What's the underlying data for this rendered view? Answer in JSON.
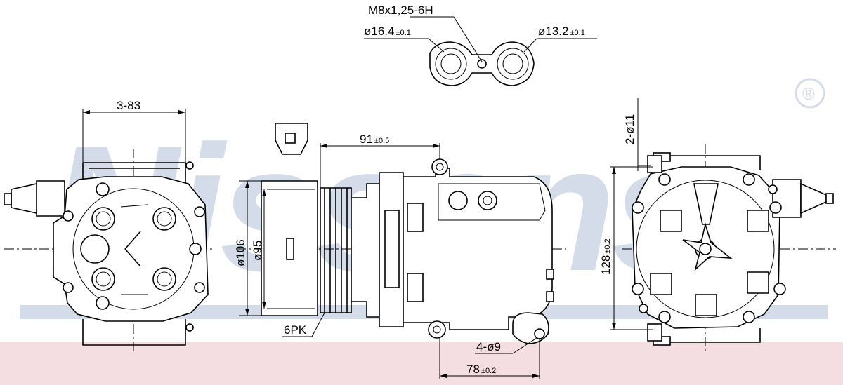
{
  "watermark": {
    "brand": "Nissens",
    "registered_mark": "®"
  },
  "colors": {
    "watermark": "#d4dbe9",
    "band": "#f4dee2",
    "line": "#000000"
  },
  "dimensions": {
    "thread": "M8x1,25-6H",
    "port_left_main": "ø16.4",
    "port_left_tol": "±0.1",
    "port_right_main": "ø13.2",
    "port_right_tol": "±0.1",
    "front_width": "3-83",
    "pulley_offset_main": "91",
    "pulley_offset_tol": "±0.5",
    "pulley_outer": "ø106",
    "pulley_inner": "ø95",
    "belt": "6PK",
    "mount_holes": "4-ø9",
    "mount_spacing_main": "78",
    "mount_spacing_tol": "±0.2",
    "side_holes": "2-ø11",
    "side_height_main": "128",
    "side_height_tol": "±0.2"
  }
}
